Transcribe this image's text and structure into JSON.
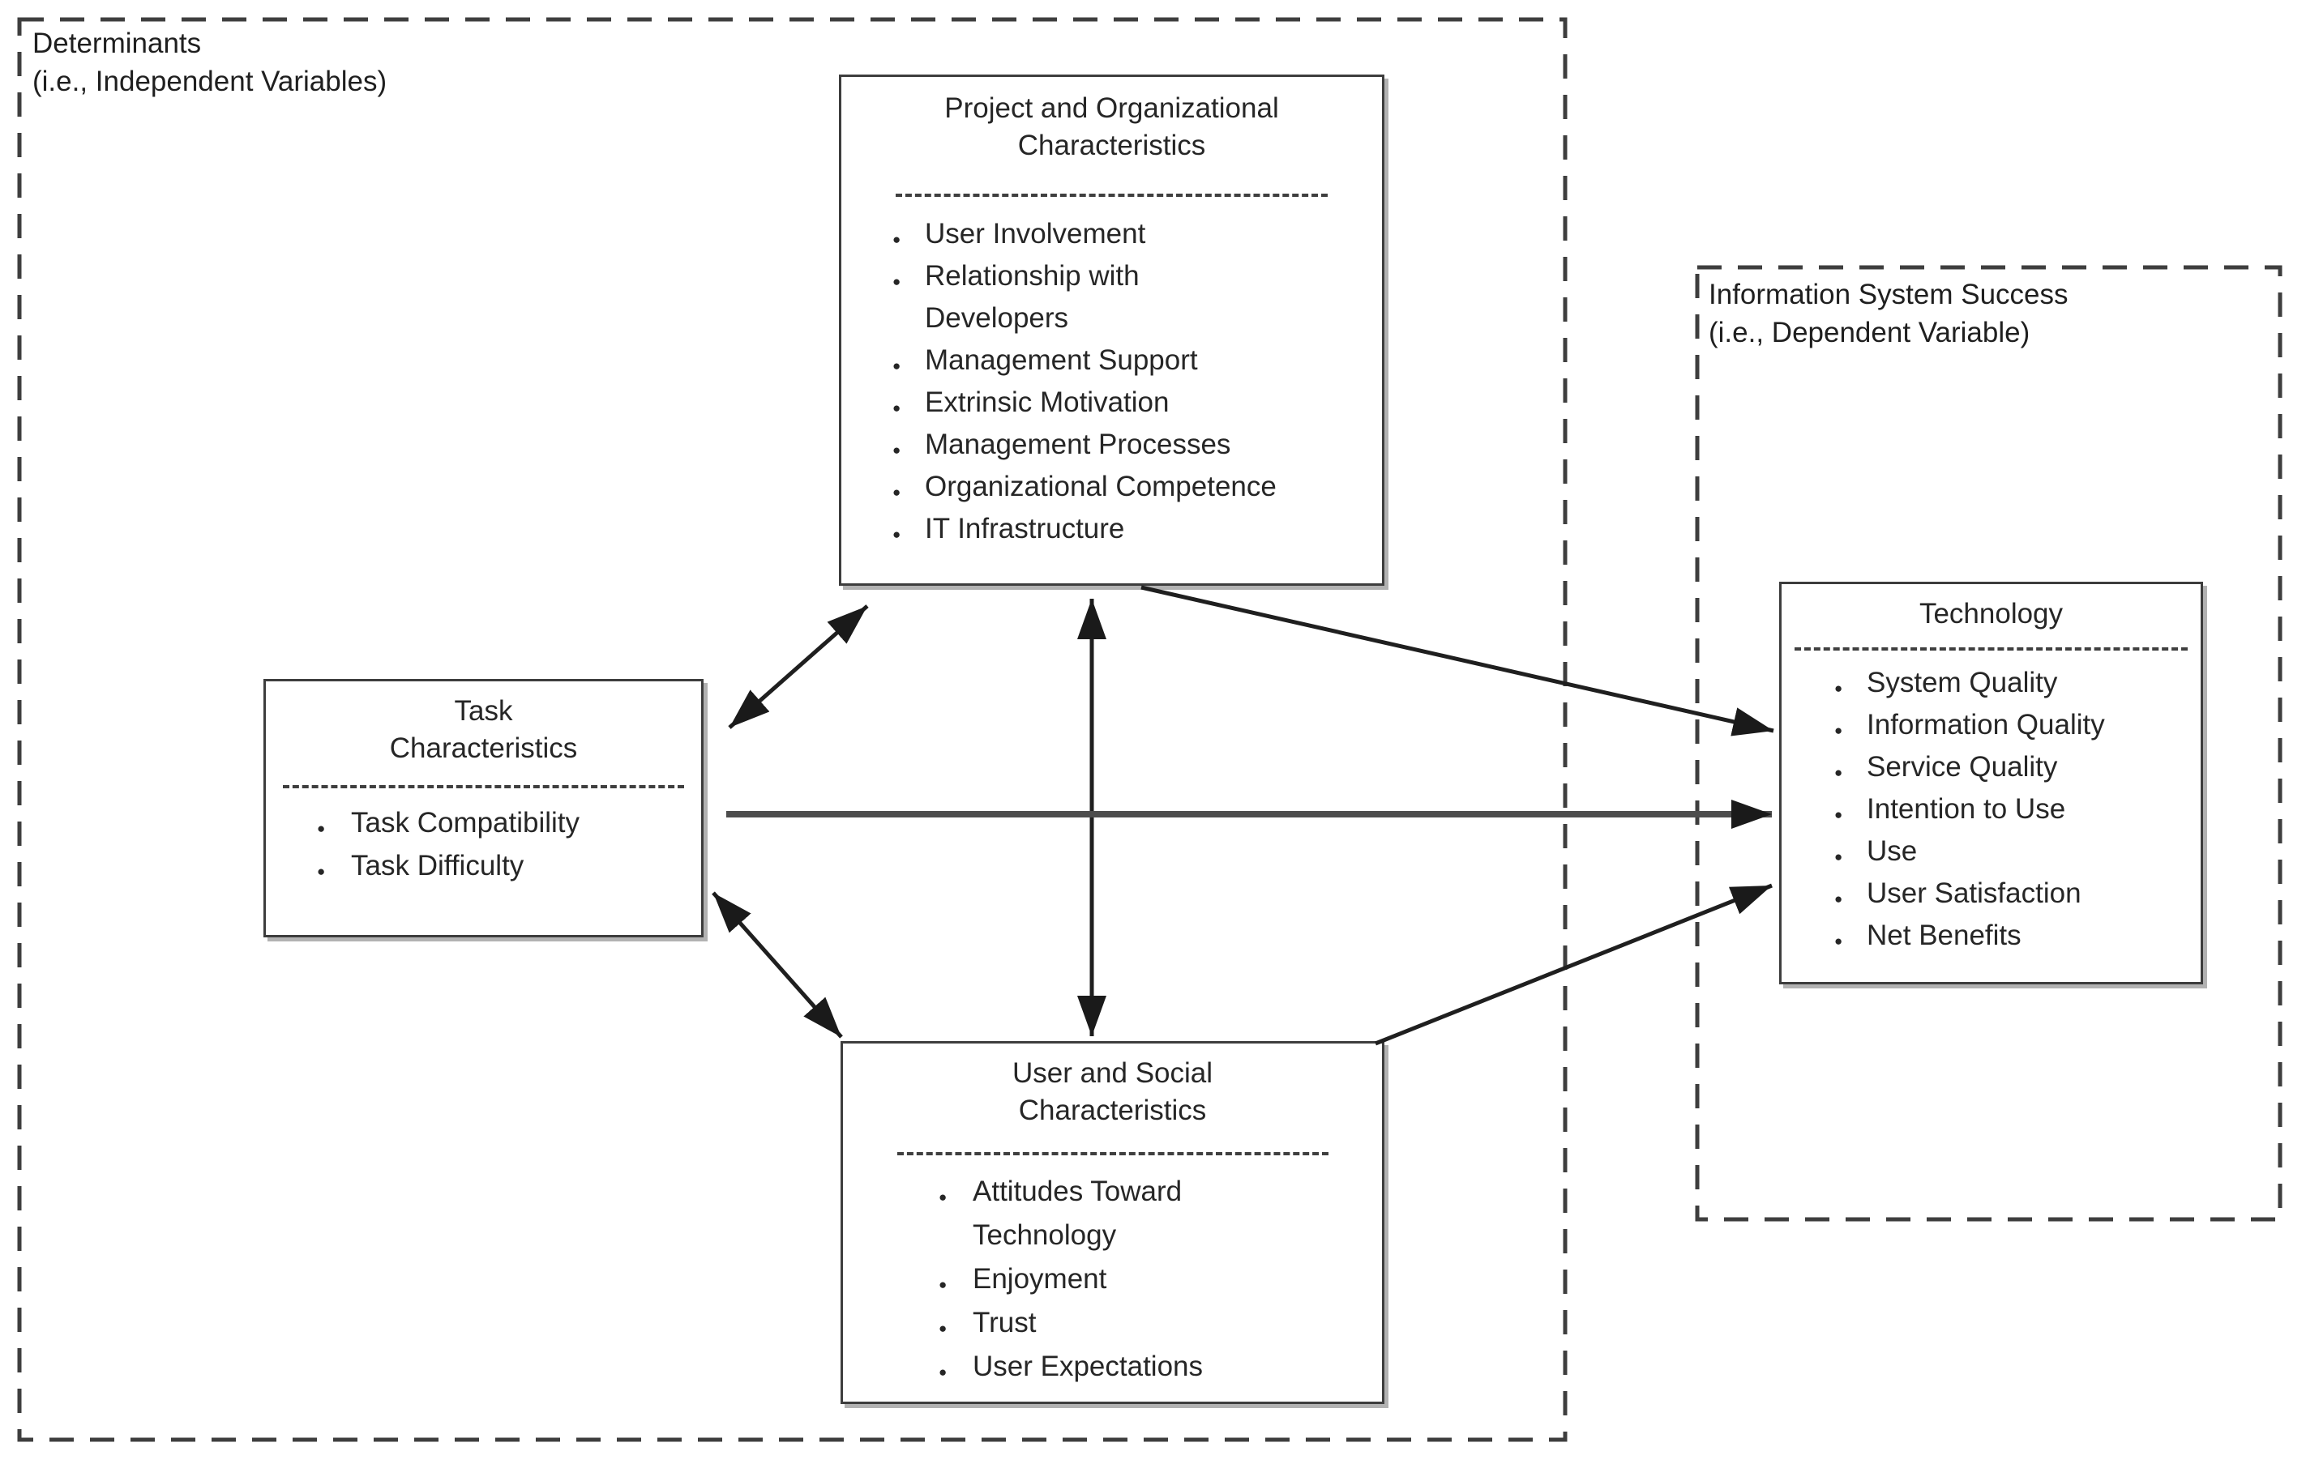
{
  "regions": {
    "determinants": {
      "label_line1": "Determinants",
      "label_line2": "(i.e., Independent Variables)"
    },
    "is_success": {
      "label_line1": "Information System Success",
      "label_line2": "(i.e., Dependent Variable)"
    }
  },
  "boxes": {
    "project_org": {
      "title": "Project and Organizational\nCharacteristics",
      "items": [
        "User Involvement",
        "Relationship with\nDevelopers",
        "Management Support",
        "Extrinsic Motivation",
        "Management Processes",
        "Organizational Competence",
        "IT Infrastructure"
      ]
    },
    "task": {
      "title": "Task\nCharacteristics",
      "items": [
        "Task Compatibility",
        "Task Difficulty"
      ]
    },
    "user_social": {
      "title": "User and Social\nCharacteristics",
      "items": [
        "Attitudes Toward\nTechnology",
        "Enjoyment",
        "Trust",
        "User Expectations"
      ]
    },
    "technology": {
      "title": "Technology",
      "items": [
        "System Quality",
        "Information Quality",
        "Service Quality",
        "Intention to Use",
        "Use",
        "User Satisfaction",
        "Net Benefits"
      ]
    }
  },
  "connections": [
    {
      "from": "Task Characteristics",
      "to": "Project and Organizational Characteristics",
      "type": "bidirectional"
    },
    {
      "from": "Project and Organizational Characteristics",
      "to": "User and Social Characteristics",
      "type": "bidirectional"
    },
    {
      "from": "Task Characteristics",
      "to": "User and Social Characteristics",
      "type": "bidirectional"
    },
    {
      "from": "Project and Organizational Characteristics",
      "to": "Technology",
      "type": "directed"
    },
    {
      "from": "Task Characteristics",
      "to": "Technology",
      "type": "directed"
    },
    {
      "from": "User and Social Characteristics",
      "to": "Technology",
      "type": "directed"
    }
  ],
  "colors": {
    "background": "#ffffff",
    "box_border": "#3d3d3d",
    "dashed_region_border": "#3e3e3e",
    "arrow": "#1f1f1f",
    "text": "#262626"
  }
}
